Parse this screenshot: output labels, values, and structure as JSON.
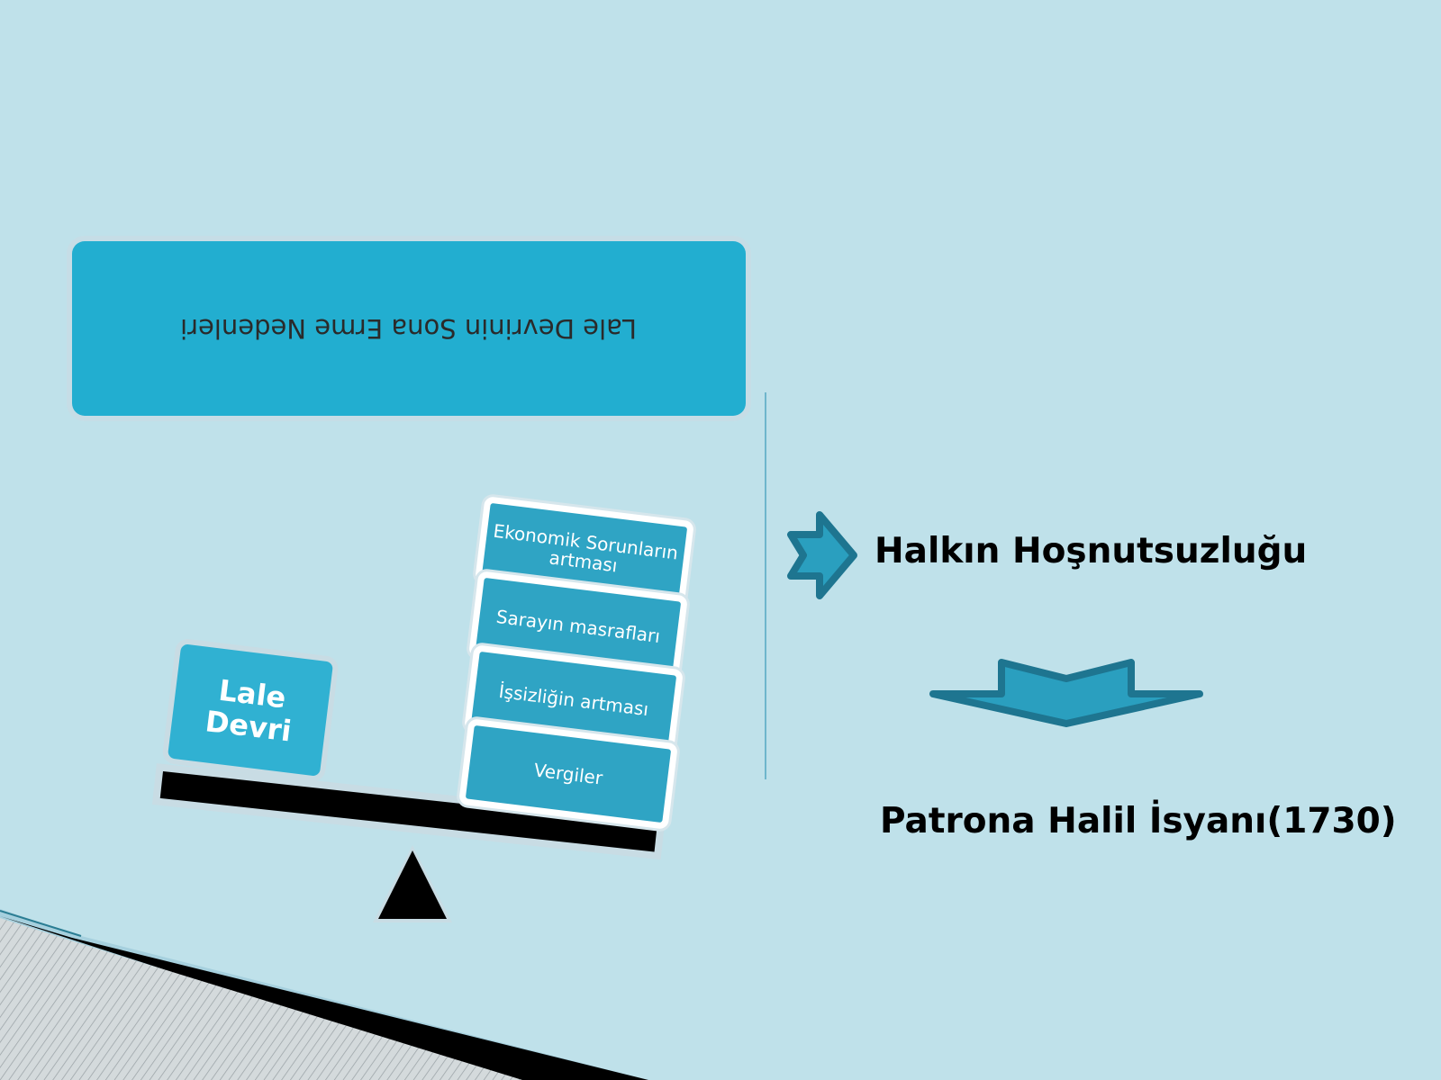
{
  "title": "Lale Devrinin Sona Erme Nedenleri",
  "seesaw": {
    "left_block": [
      "Lale",
      "Devri"
    ],
    "stack": [
      "Ekonomik Sorunların artması",
      "Sarayın masrafları",
      "İşsizliğin artması",
      "Vergiler"
    ]
  },
  "outcomes": {
    "first": "Halkın Hoşnutsuzluğu",
    "second": "Patrona Halil İsyanı(1730)"
  },
  "colors": {
    "background": "#bfe1ea",
    "box": "#22aed0",
    "arrow": "#2a9fbf",
    "arrow_outline": "#1e7590"
  },
  "icons": [
    "right-chevron-arrow-icon",
    "down-chevron-arrow-icon"
  ]
}
